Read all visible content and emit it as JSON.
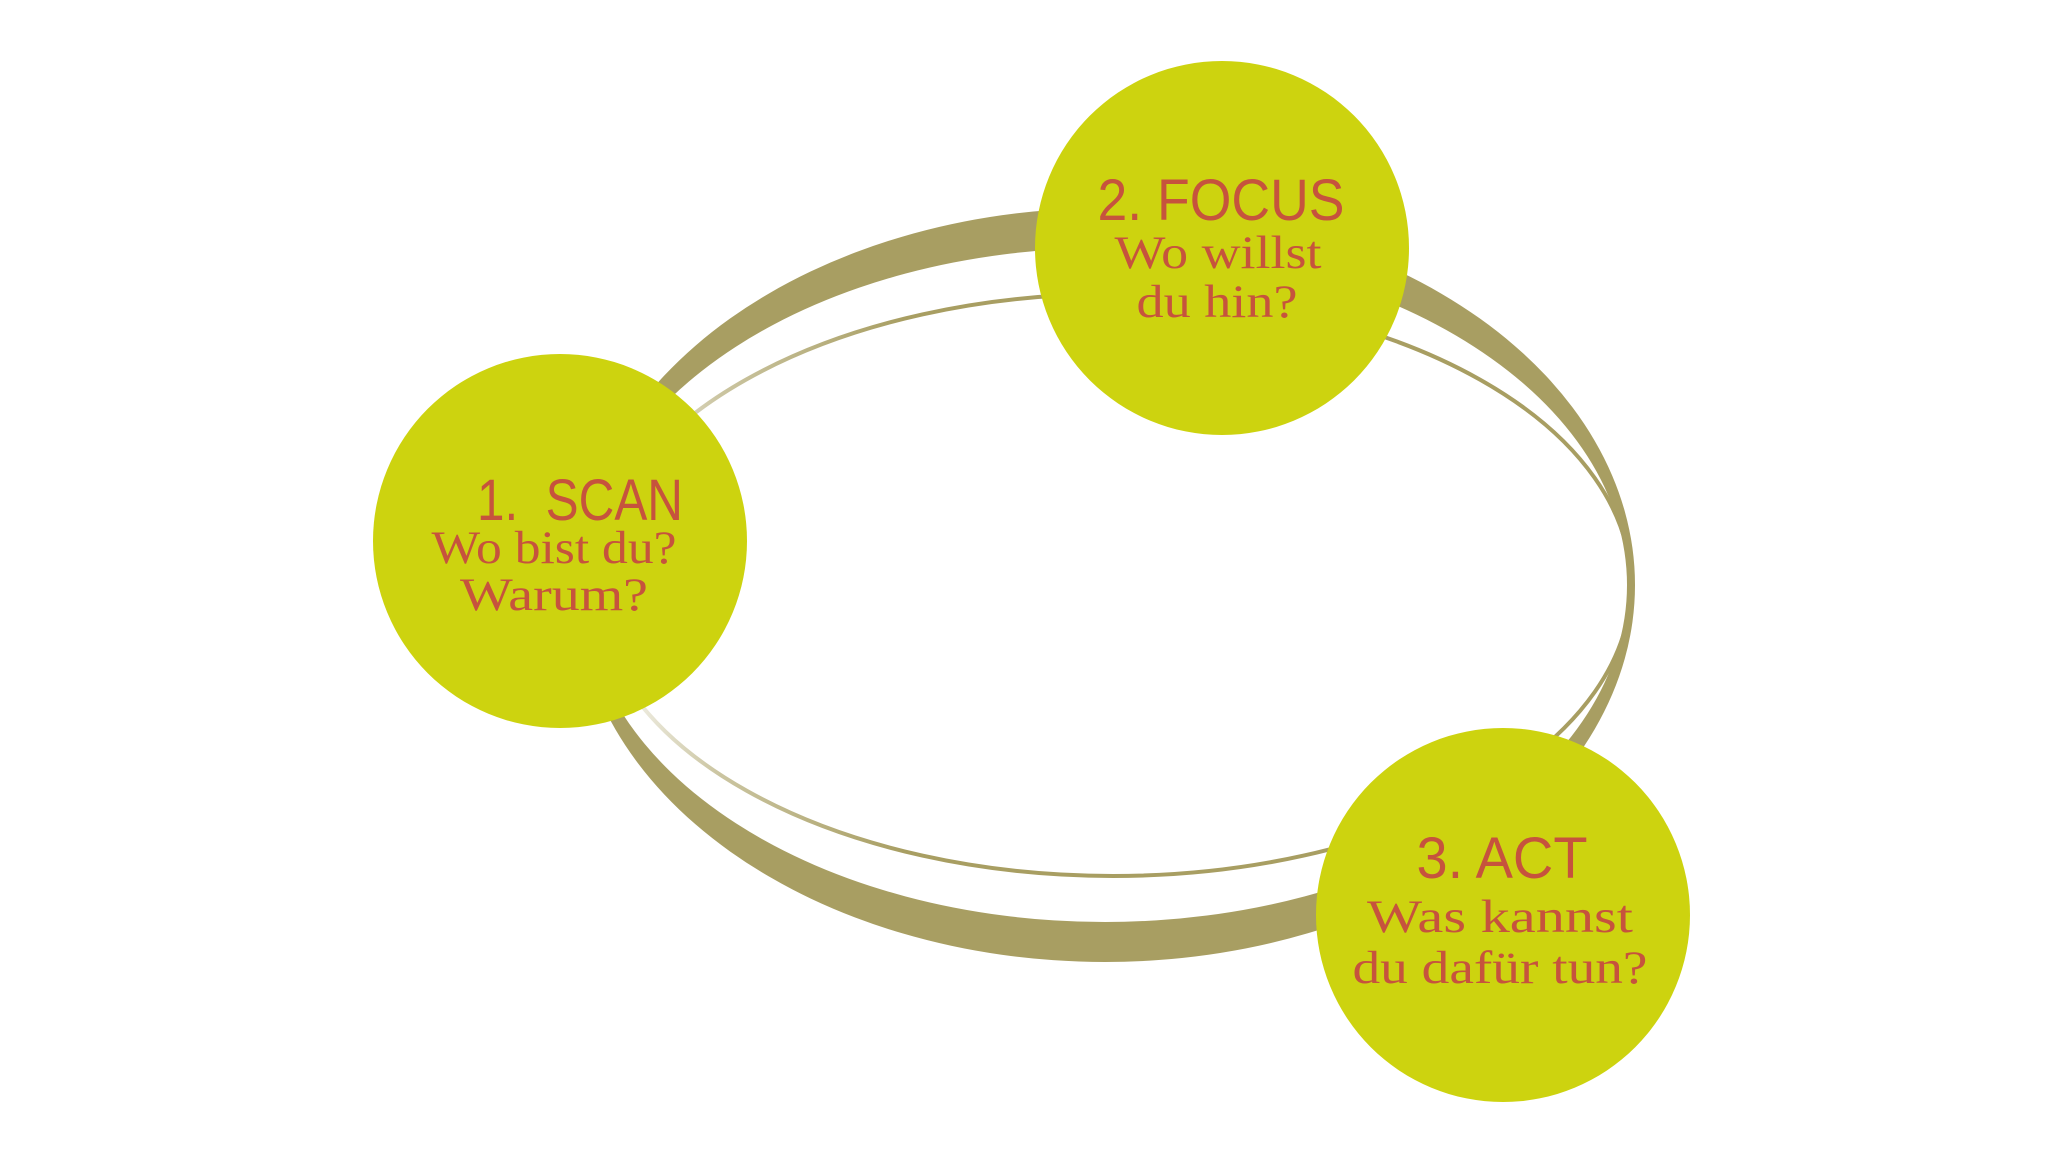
{
  "diagram": {
    "type": "cycle",
    "colors": {
      "background": "#ffffff",
      "node_fill": "#cdd30f",
      "ring": "#a89e62",
      "text": "#c6533d"
    },
    "steps": [
      {
        "number": "1.",
        "title": "1.  SCAN",
        "lines": [
          "Wo bist du?",
          "Warum?"
        ]
      },
      {
        "number": "2.",
        "title": "2. FOCUS",
        "lines": [
          "Wo willst",
          "du hin?"
        ]
      },
      {
        "number": "3.",
        "title": "3. ACT",
        "lines": [
          "Was kannst",
          "du dafür tun?"
        ]
      }
    ]
  }
}
